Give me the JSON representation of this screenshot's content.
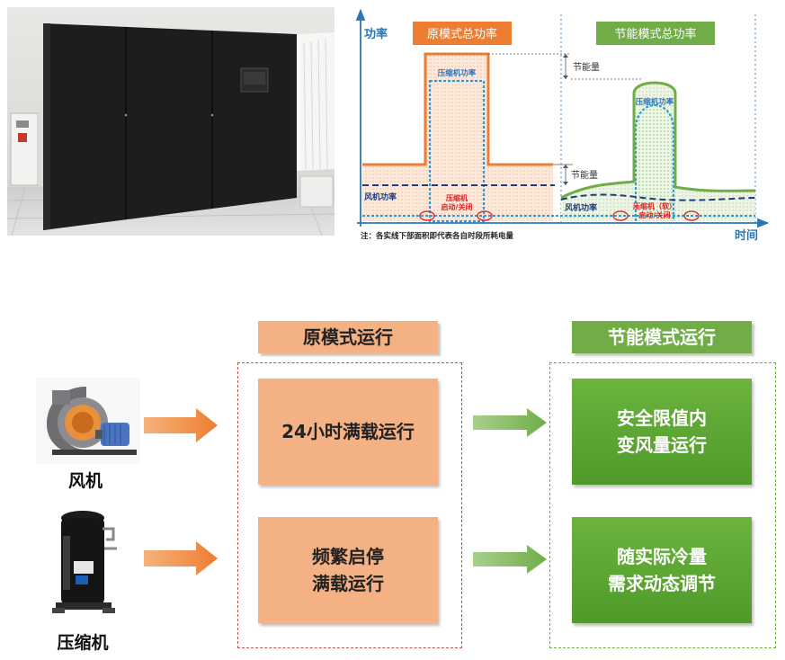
{
  "chart": {
    "y_axis_label": "功率",
    "x_axis_label": "时间",
    "legend_original": "原模式总功率",
    "legend_energy_saving": "节能模式总功率",
    "compressor_power_label": "压缩机功率",
    "compressor_power_label_2": "压缩机功率",
    "energy_saved_top": "节能量",
    "energy_saved_mid": "节能量",
    "fan_power_left": "风机功率",
    "fan_power_right": "风机功率",
    "compressor_onoff_left_1": "压缩机",
    "compressor_onoff_left_2": "启动/关闭",
    "compressor_onoff_right_1": "压缩机（软）",
    "compressor_onoff_right_2": "启动/关闭",
    "note": "注：各实线下部面积即代表各自时段所耗电量",
    "colors": {
      "original": "#ed7d31",
      "energy_saving": "#70ad47",
      "compressor": "#2e9bd6",
      "fan": "#1f3d7a",
      "marker": "#e02020"
    }
  },
  "diagram": {
    "header_original": "原模式运行",
    "header_energy_saving": "节能模式运行",
    "equipment_fan": "风机",
    "equipment_compressor": "压缩机",
    "original_fan_mode": "24小时满载运行",
    "original_compressor_line1": "频繁启停",
    "original_compressor_line2": "满载运行",
    "saving_fan_line1": "安全限值内",
    "saving_fan_line2": "变风量运行",
    "saving_compressor_line1": "随实际冷量",
    "saving_compressor_line2": "需求动态调节"
  },
  "icons": [
    "server-cabinet-photo",
    "centrifugal-fan-icon",
    "scroll-compressor-icon",
    "orange-arrow-icon",
    "green-arrow-icon"
  ]
}
